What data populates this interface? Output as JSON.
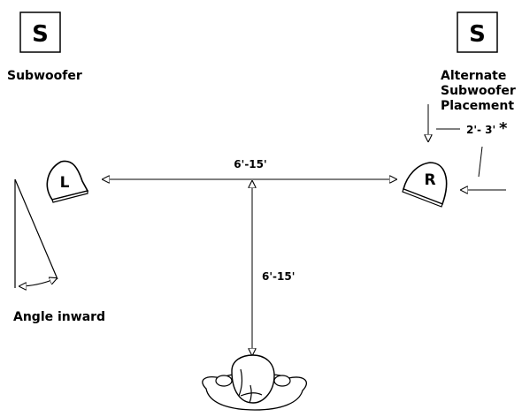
{
  "subwoofer_glyph": "S",
  "subwoofer_label": "Subwoofer",
  "alternate_label": [
    "Alternate",
    "Subwoofer",
    "Placement"
  ],
  "side_gap": "2'- 3'",
  "asterisk": "*",
  "left_speaker": "L",
  "right_speaker": "R",
  "speaker_spacing": "6'-15'",
  "listener_distance": "6'-15'",
  "angle_label": "Angle inward",
  "colors": {
    "ink": "#000000",
    "background": "#ffffff"
  }
}
